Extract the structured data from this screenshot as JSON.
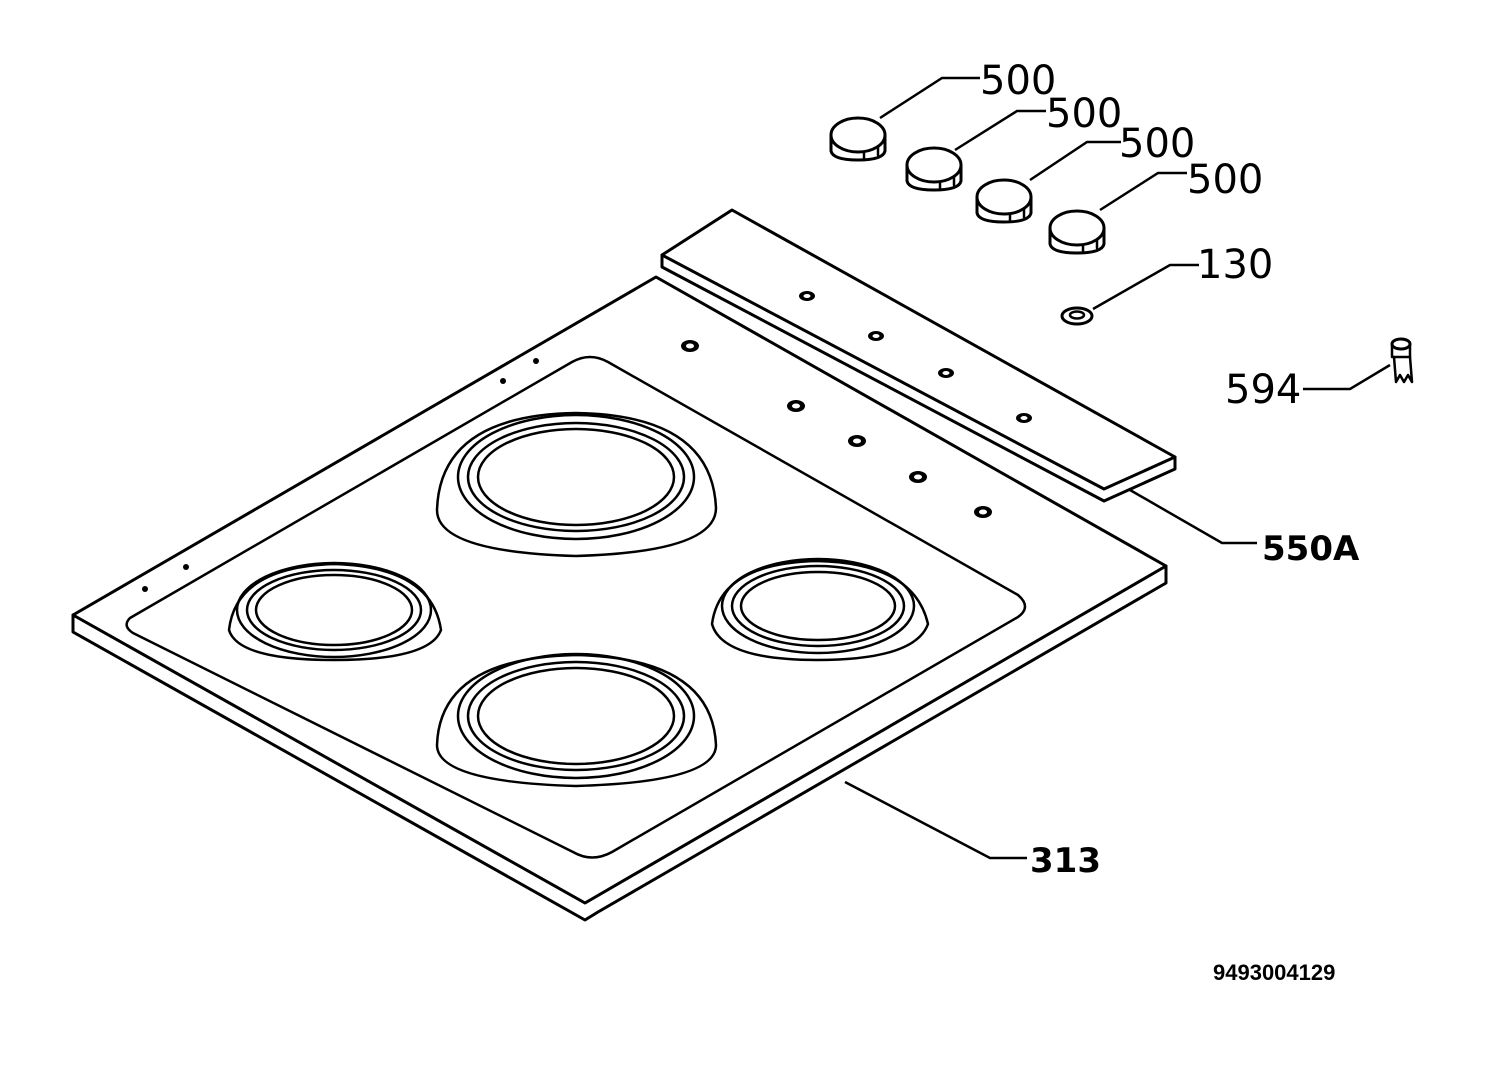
{
  "callouts": {
    "knob_1": "500",
    "knob_2": "500",
    "knob_3": "500",
    "knob_4": "500",
    "washer": "130",
    "clip": "594",
    "control_panel": "550A",
    "hob_top": "313"
  },
  "document_number": "9493004129"
}
